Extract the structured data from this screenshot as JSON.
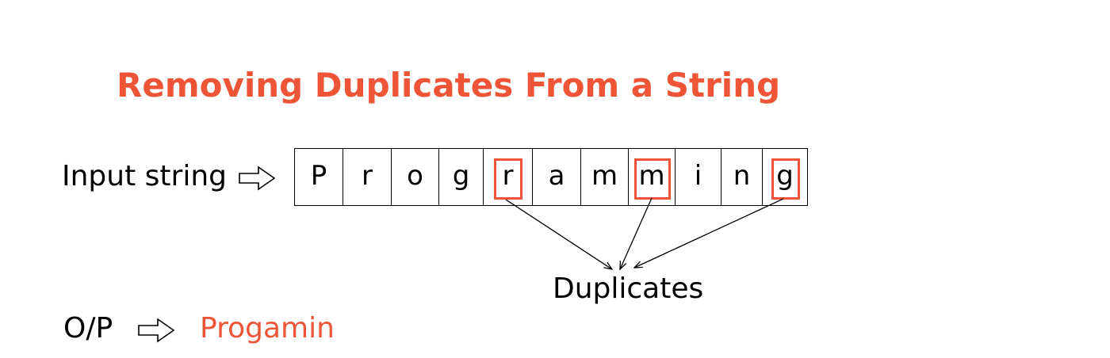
{
  "title": "Removing Duplicates From a String",
  "input_label": "Input string",
  "input_chars": [
    "P",
    "r",
    "o",
    "g",
    "r",
    "a",
    "m",
    "m",
    "i",
    "n",
    "g"
  ],
  "duplicate_indices": [
    4,
    7,
    10
  ],
  "duplicates_label": "Duplicates",
  "output_label": "O/P",
  "output_value": "Progamin",
  "colors": {
    "accent": "#ee5536",
    "text": "#000000"
  },
  "icons": {
    "input_arrow": "hollow-right-arrow-icon",
    "output_arrow": "hollow-right-arrow-icon"
  }
}
